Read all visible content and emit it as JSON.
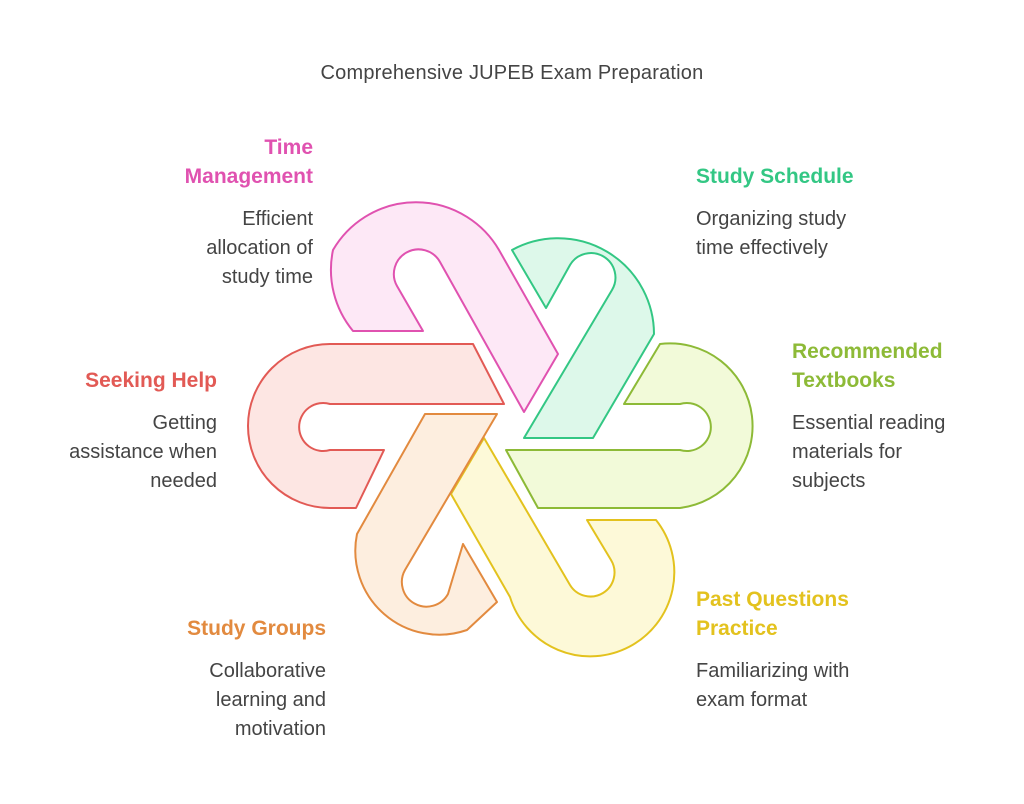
{
  "title": "Comprehensive JUPEB Exam Preparation",
  "items": [
    {
      "key": "time",
      "heading": "Time\nManagement",
      "description": "Efficient\nallocation of\nstudy time",
      "color": "#e052b0",
      "fill": "#fde8f6"
    },
    {
      "key": "schedule",
      "heading": "Study Schedule",
      "description": "Organizing study\ntime effectively",
      "color": "#33c784",
      "fill": "#ddf8ea"
    },
    {
      "key": "textbooks",
      "heading": "Recommended\nTextbooks",
      "description": "Essential reading\nmaterials for\nsubjects",
      "color": "#8dba37",
      "fill": "#f2fad9"
    },
    {
      "key": "past",
      "heading": "Past Questions\nPractice",
      "description": "Familiarizing with\nexam format",
      "color": "#e3c21e",
      "fill": "#fdf9d8"
    },
    {
      "key": "groups",
      "heading": "Study Groups",
      "description": "Collaborative\nlearning and\nmotivation",
      "color": "#e28a3f",
      "fill": "#fdeedf"
    },
    {
      "key": "help",
      "heading": "Seeking Help",
      "description": "Getting\nassistance when\nneeded",
      "color": "#e25a55",
      "fill": "#fde6e3"
    }
  ]
}
